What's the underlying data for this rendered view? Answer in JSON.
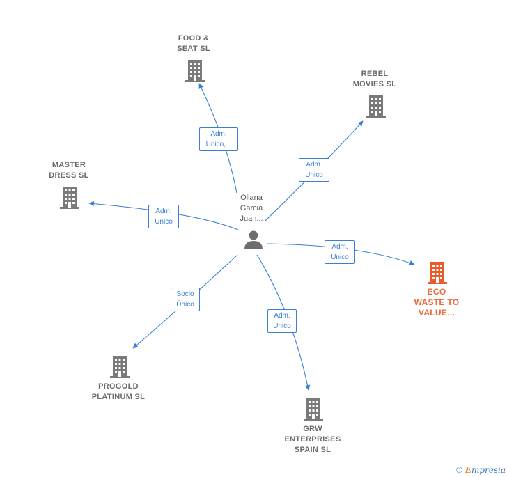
{
  "person": {
    "name_lines": [
      "Ollana",
      "Garcia",
      "Juan..."
    ],
    "icon": "person-icon"
  },
  "companies": [
    {
      "id": "food",
      "lines": [
        "FOOD &",
        "SEAT  SL"
      ],
      "icon": "building-icon",
      "color": "#7a7a7a"
    },
    {
      "id": "rebel",
      "lines": [
        "REBEL",
        "MOVIES SL"
      ],
      "icon": "building-icon",
      "color": "#7a7a7a"
    },
    {
      "id": "master",
      "lines": [
        "MASTER",
        "DRESS  SL"
      ],
      "icon": "building-icon",
      "color": "#7a7a7a"
    },
    {
      "id": "eco",
      "lines": [
        "ECO",
        "WASTE TO",
        "VALUE..."
      ],
      "icon": "building-icon",
      "color": "#ea5a2a"
    },
    {
      "id": "progold",
      "lines": [
        "PROGOLD",
        "PLATINUM SL"
      ],
      "icon": "building-icon",
      "color": "#7a7a7a"
    },
    {
      "id": "grw",
      "lines": [
        "GRW",
        "ENTERPRISES",
        "SPAIN  SL"
      ],
      "icon": "building-icon",
      "color": "#7a7a7a"
    }
  ],
  "relations": [
    {
      "to": "food",
      "lines": [
        "Adm.",
        "Unico,..."
      ]
    },
    {
      "to": "rebel",
      "lines": [
        "Adm.",
        "Unico"
      ]
    },
    {
      "to": "master",
      "lines": [
        "Adm.",
        "Unico"
      ]
    },
    {
      "to": "eco",
      "lines": [
        "Adm.",
        "Unico"
      ]
    },
    {
      "to": "progold",
      "lines": [
        "Socio",
        "Único"
      ]
    },
    {
      "to": "grw",
      "lines": [
        "Adm.",
        "Unico"
      ]
    }
  ],
  "footer": {
    "copyright": "©",
    "brand_initial": "E",
    "brand_rest": "mpresia"
  },
  "colors": {
    "edge": "#3a7fd5",
    "building": "#7a7a7a",
    "highlight": "#ea5a2a",
    "person": "#6e6e6e"
  }
}
